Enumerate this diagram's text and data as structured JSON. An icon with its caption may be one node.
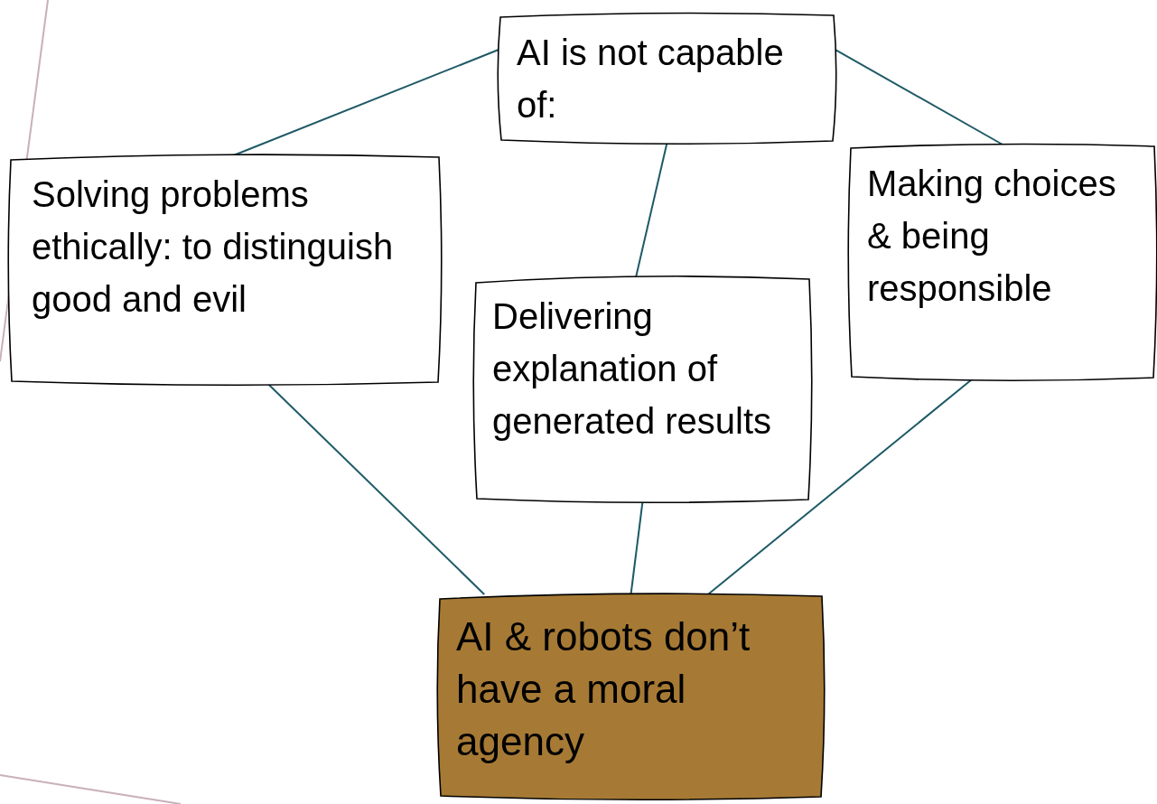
{
  "diagram": {
    "nodes": [
      {
        "text": [
          "AI is not capable of:"
        ]
      },
      {
        "text": [
          "Solving problems ethically: to distinguish good and evil"
        ]
      },
      {
        "text": [
          "Delivering explanation of generated results"
        ]
      },
      {
        "text": [
          "Making choices & being responsible"
        ]
      },
      {
        "text": [
          "AI & robots don’t have a moral agency"
        ]
      }
    ],
    "edges": [
      {
        "from": 0,
        "to": 1,
        "arrow": "none"
      },
      {
        "from": 0,
        "to": 2,
        "arrow": "none"
      },
      {
        "from": 0,
        "to": 3,
        "arrow": "none"
      },
      {
        "from": 1,
        "to": 4,
        "arrow": "none"
      },
      {
        "from": 2,
        "to": 4,
        "arrow": "none"
      },
      {
        "from": 3,
        "to": 4,
        "arrow": "none"
      }
    ]
  }
}
